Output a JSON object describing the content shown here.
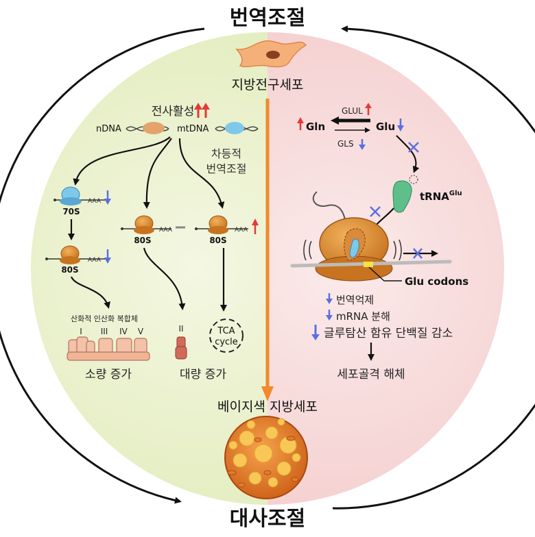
{
  "title_top": "번역조절",
  "title_bottom": "대사조절",
  "cell_top": "지방전구세포",
  "cell_bottom": "베이지색 지방세포",
  "left": {
    "transcription": "전사활성",
    "ndna": "nDNA",
    "mtdna": "mtDNA",
    "differential_1": "차등적",
    "differential_2": "번역조절",
    "ribo_70s": "70S",
    "ribo_80s_a": "80S",
    "ribo_80s_b": "80S",
    "ribo_80s_c": "80S",
    "aaa": "AAA",
    "complex_label": "산화적 인산화 복합체",
    "complex_numerals": [
      "I",
      "III",
      "IV",
      "V"
    ],
    "complex_ii": "II",
    "tca_1": "TCA",
    "tca_2": "cycle",
    "small_increase": "소량 증가",
    "large_increase": "대량 증가"
  },
  "right": {
    "glul": "GLUL",
    "gln": "Gln",
    "glu": "Glu",
    "gls": "GLS",
    "trna": "tRNA",
    "trna_sup": "Glu",
    "glu_codons": "Glu codons",
    "repression": "번역억제",
    "mrna_decay": "mRNA 분해",
    "glu_protein": "글루탐산 함유 단백질 감소",
    "cytoskeleton": "세포골격 해체"
  },
  "colors": {
    "left_bg": "#e6efc6",
    "right_bg": "#f6d2d2",
    "orange_arrow": "#f08a2c",
    "up_red": "#e53935",
    "down_blue": "#5b6fe0",
    "ribosome_orange": "#d98a3a",
    "ribosome_blue": "#7ec8ea",
    "trna_green": "#5fbf8a"
  }
}
